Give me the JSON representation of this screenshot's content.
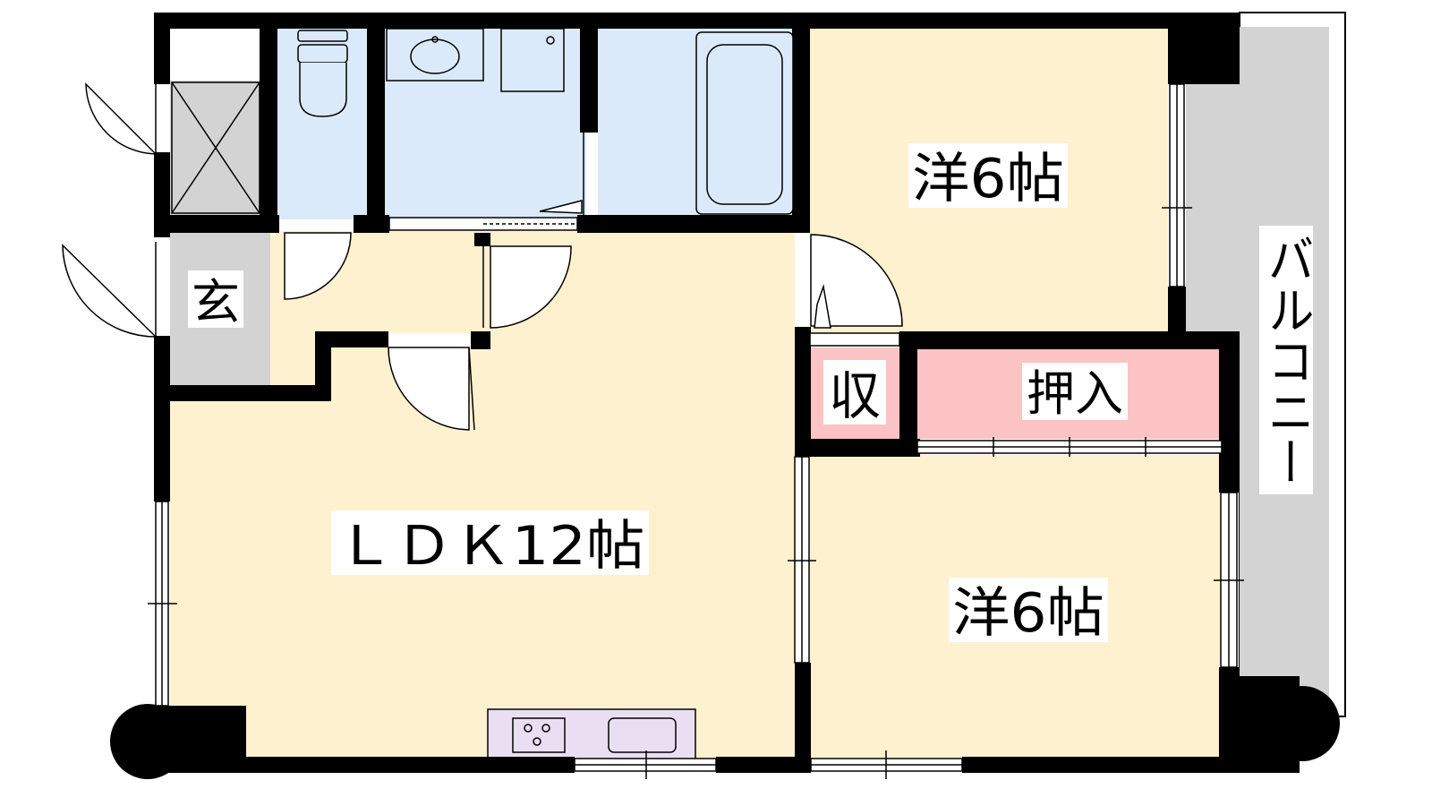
{
  "rooms": {
    "ldk": "ＬＤＫ12帖",
    "western_top": "洋6帖",
    "western_bottom": "洋6帖",
    "entrance": "玄",
    "storage": "収",
    "closet": "押入",
    "balcony": "バルコニー"
  },
  "colors": {
    "wall": "#000000",
    "wet_area": "#dbeafb",
    "room_floor": "#fdf1cf",
    "entrance_floor": "#d3d3d3",
    "closet": "#fbc3c3",
    "kitchen_counter": "#eadff2",
    "balcony": "#d3d3d3"
  }
}
